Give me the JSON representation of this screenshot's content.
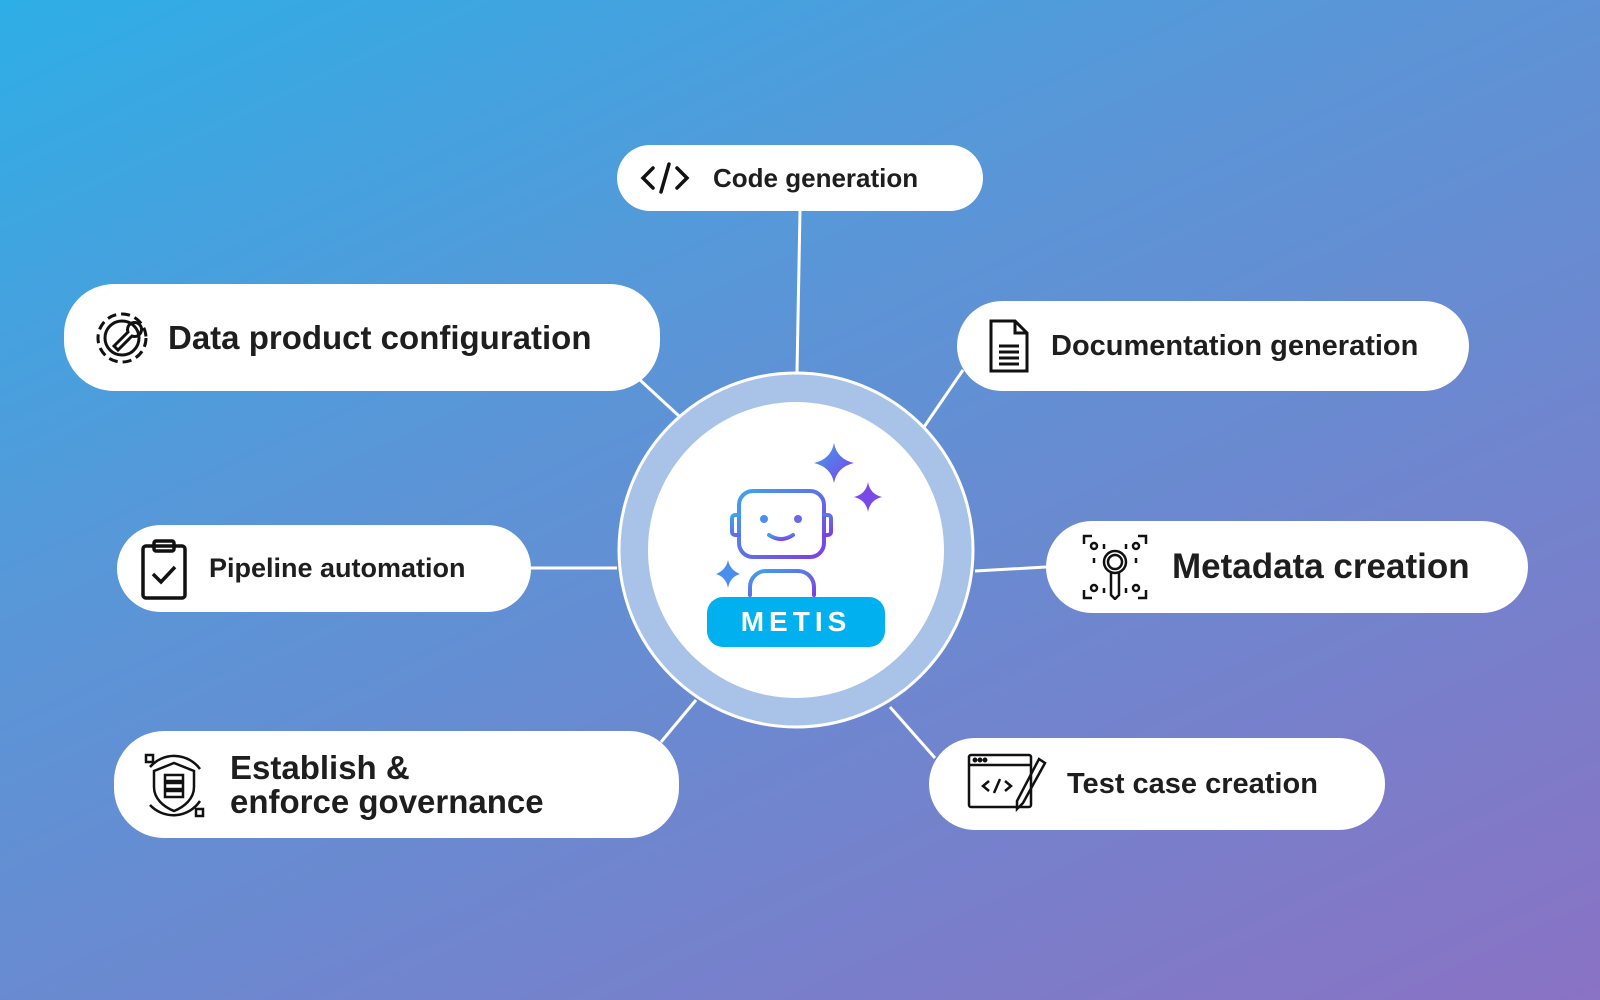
{
  "center": {
    "label": "METIS",
    "badge_color": "#00b0ef",
    "icon": "robot-sparkles-icon"
  },
  "features": [
    {
      "label": "Code generation",
      "icon": "code-icon"
    },
    {
      "label": "Data product configuration",
      "icon": "gear-wrench-icon"
    },
    {
      "label": "Documentation generation",
      "icon": "document-icon"
    },
    {
      "label": "Pipeline automation",
      "icon": "clipboard-check-icon"
    },
    {
      "label": "Metadata creation",
      "icon": "magnifier-scan-icon"
    },
    {
      "label_line1": "Establish &",
      "label_line2": "enforce governance",
      "icon": "shield-database-icon"
    },
    {
      "label": "Test case creation",
      "icon": "code-window-pencil-icon"
    }
  ]
}
